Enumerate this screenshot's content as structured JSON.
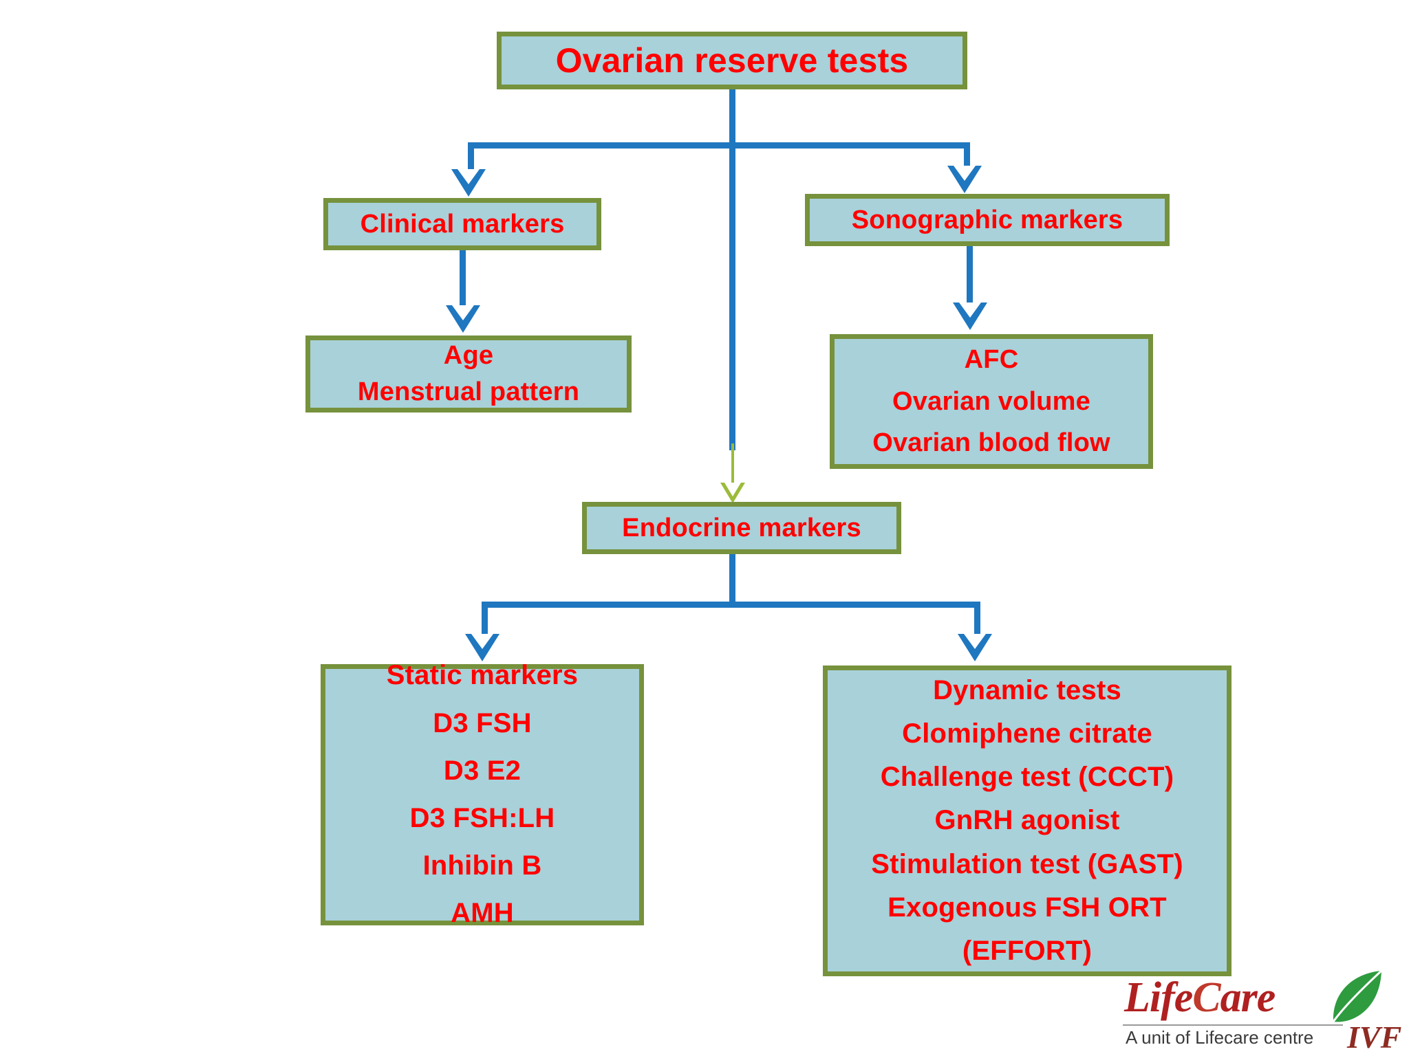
{
  "diagram": {
    "title": "Ovarian reserve tests",
    "colors": {
      "box_fill": "#A8D1D9",
      "box_border": "#76923C",
      "text": "#FF0000",
      "connector_blue": "#1F77C0",
      "connector_green": "#9BBB3A",
      "background": "#FFFFFF"
    },
    "nodes": {
      "root": {
        "label": "Ovarian reserve tests"
      },
      "clinical_markers": {
        "label": "Clinical markers"
      },
      "sonographic_markers": {
        "label": "Sonographic markers"
      },
      "clinical_detail": {
        "lines": [
          "Age",
          "Menstrual pattern"
        ]
      },
      "sonographic_detail": {
        "lines": [
          "AFC",
          "Ovarian volume",
          "Ovarian blood flow"
        ]
      },
      "endocrine_markers": {
        "label": "Endocrine markers"
      },
      "static_markers": {
        "lines": [
          "Static markers",
          "D3 FSH",
          "D3 E2",
          "D3 FSH:LH",
          "Inhibin B",
          "AMH"
        ]
      },
      "dynamic_tests": {
        "lines": [
          "Dynamic tests",
          "Clomiphene citrate",
          "Challenge test (CCCT)",
          "GnRH agonist",
          "Stimulation test (GAST)",
          "Exogenous FSH ORT",
          "(EFFORT)"
        ]
      }
    }
  },
  "logo": {
    "word_life": "Life",
    "word_c": "C",
    "word_are": "are",
    "tagline": "A unit of Lifecare centre",
    "ivf": "IVF",
    "leaf_icon": "leaf-icon"
  }
}
